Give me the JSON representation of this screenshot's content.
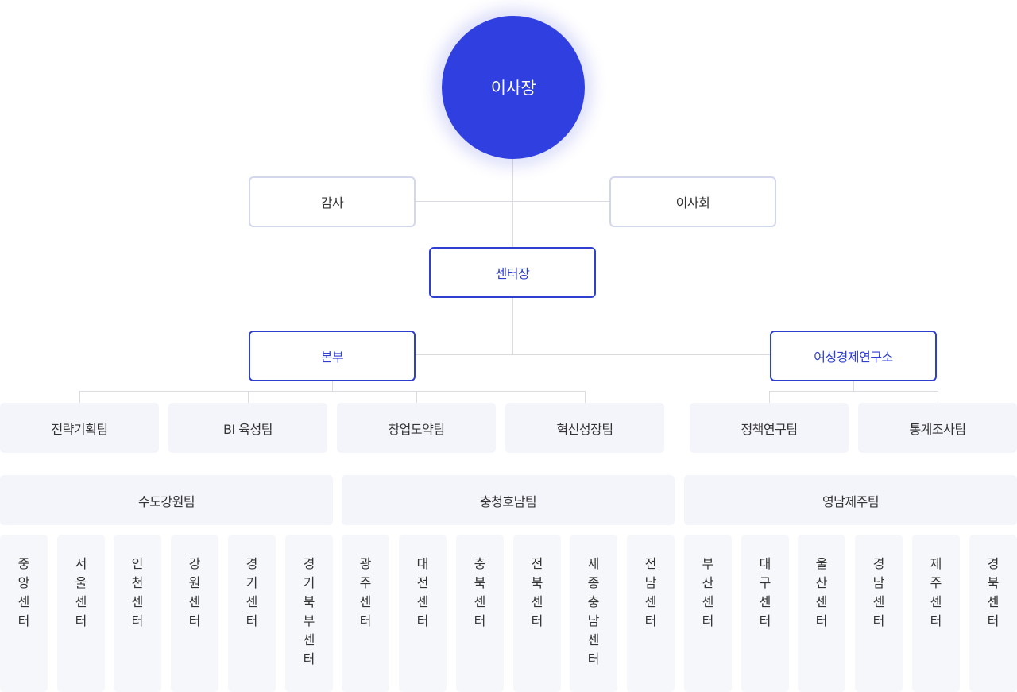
{
  "chair": "이사장",
  "audit": "감사",
  "board": "이사회",
  "center_head": "센터장",
  "divisions": {
    "hq": "본부",
    "institute": "여성경제연구소"
  },
  "teams": [
    "전략기획팀",
    "BI 육성팀",
    "창업도약팀",
    "혁신성장팀",
    "정책연구팀",
    "통계조사팀"
  ],
  "regions": [
    {
      "name": "수도강원팀",
      "centers": [
        "중앙센터",
        "서울센터",
        "인천센터",
        "강원센터",
        "경기센터",
        "경기북부센터"
      ]
    },
    {
      "name": "충청호남팀",
      "centers": [
        "광주센터",
        "대전센터",
        "충북센터",
        "전북센터",
        "세종충남센터",
        "전남센터"
      ]
    },
    {
      "name": "영남제주팀",
      "centers": [
        "부산센터",
        "대구센터",
        "울산센터",
        "경남센터",
        "제주센터",
        "경북센터"
      ]
    }
  ],
  "colors": {
    "primary": "#2f3fe0",
    "line": "#dadbe3",
    "box_fill": "#f4f5fa"
  }
}
